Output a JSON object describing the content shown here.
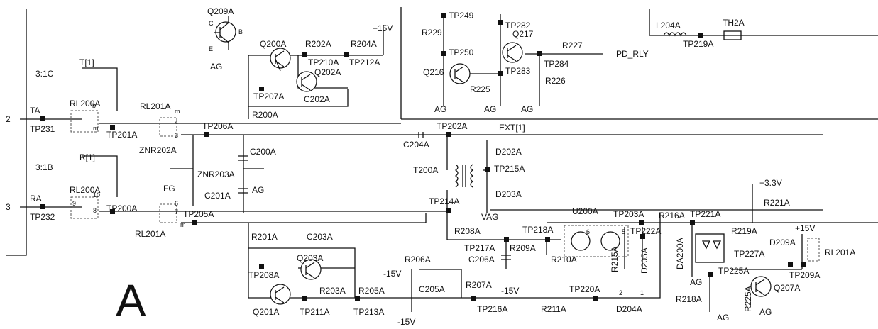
{
  "panel_letter": "A",
  "connectors": {
    "pin2": "2",
    "pin3": "3",
    "c1": "3:1C",
    "b1": "3:1B",
    "t1": "T[1]",
    "r1": "R[1]"
  },
  "nets": {
    "ta": "TA",
    "ra": "RA",
    "fg": "FG",
    "ag": "AG",
    "vag": "VAG",
    "ext1": "EXT[1]",
    "pd_rly": "PD_RLY",
    "p15": "+15V",
    "m15": "-15V",
    "p33": "+3.3V"
  },
  "transistors": {
    "q209a": "Q209A",
    "q200a": "Q200A",
    "q202a": "Q202A",
    "q203a": "Q203A",
    "q201a": "Q201A",
    "q216": "Q216",
    "q217": "Q217",
    "q207a": "Q207A"
  },
  "relays": {
    "rl200a": "RL200A",
    "rl201a": "RL201A"
  },
  "ics": {
    "u200a": "U200A",
    "t200a": "T200A",
    "da200a": "DA200A"
  },
  "resistors": {
    "r202a": "R202A",
    "r204a": "R204A",
    "r200a": "R200A",
    "r201a": "R201A",
    "r203a": "R203A",
    "r205a": "R205A",
    "r206a": "R206A",
    "r207a": "R207A",
    "r208a": "R208A",
    "r209a": "R209A",
    "r210a": "R210A",
    "r211a": "R211A",
    "r215a": "R215A",
    "r216a": "R216A",
    "r218a": "R218A",
    "r219a": "R219A",
    "r221a": "R221A",
    "r225a": "R225A",
    "r225": "R225",
    "r226": "R226",
    "r227": "R227",
    "r229": "R229"
  },
  "capacitors": {
    "c200a": "C200A",
    "c201a": "C201A",
    "c202a": "C202A",
    "c203a": "C203A",
    "c204a": "C204A",
    "c205a": "C205A",
    "c206a": "C206A"
  },
  "diodes": {
    "d202a": "D202A",
    "d203a": "D203A",
    "d204a": "D204A",
    "d205a": "D205A",
    "d209a": "D209A",
    "znr202a": "ZNR202A",
    "znr203a": "ZNR203A"
  },
  "misc": {
    "l204a": "L204A",
    "th2a": "TH2A"
  },
  "testpoints": {
    "tp231": "TP231",
    "tp232": "TP232",
    "tp201a": "TP201A",
    "tp200a": "TP200A",
    "tp206a": "TP206A",
    "tp205a": "TP205A",
    "tp202a": "TP202A",
    "tp214a": "TP214A",
    "tp215a": "TP215A",
    "tp207a": "TP207A",
    "tp210a": "TP210A",
    "tp212a": "TP212A",
    "tp208a": "TP208A",
    "tp211a": "TP211A",
    "tp213a": "TP213A",
    "tp216a": "TP216A",
    "tp217a": "TP217A",
    "tp218a": "TP218A",
    "tp220a": "TP220A",
    "tp203a": "TP203A",
    "tp221a": "TP221A",
    "tp222a": "TP222A",
    "tp225a": "TP225A",
    "tp227a": "TP227A",
    "tp209a": "TP209A",
    "tp219a": "TP219A",
    "tp249": "TP249",
    "tp250": "TP250",
    "tp282": "TP282",
    "tp283": "TP283",
    "tp284": "TP284"
  },
  "pin_marks": {
    "b": "b",
    "m": "m",
    "n4": "4",
    "n3": "3",
    "n6": "6",
    "n7": "7",
    "n8": "8",
    "n9": "9",
    "n10": "10",
    "n1": "1",
    "n2": "2",
    "n5": "5",
    "c": "C",
    "e": "E",
    "bb": "B"
  }
}
